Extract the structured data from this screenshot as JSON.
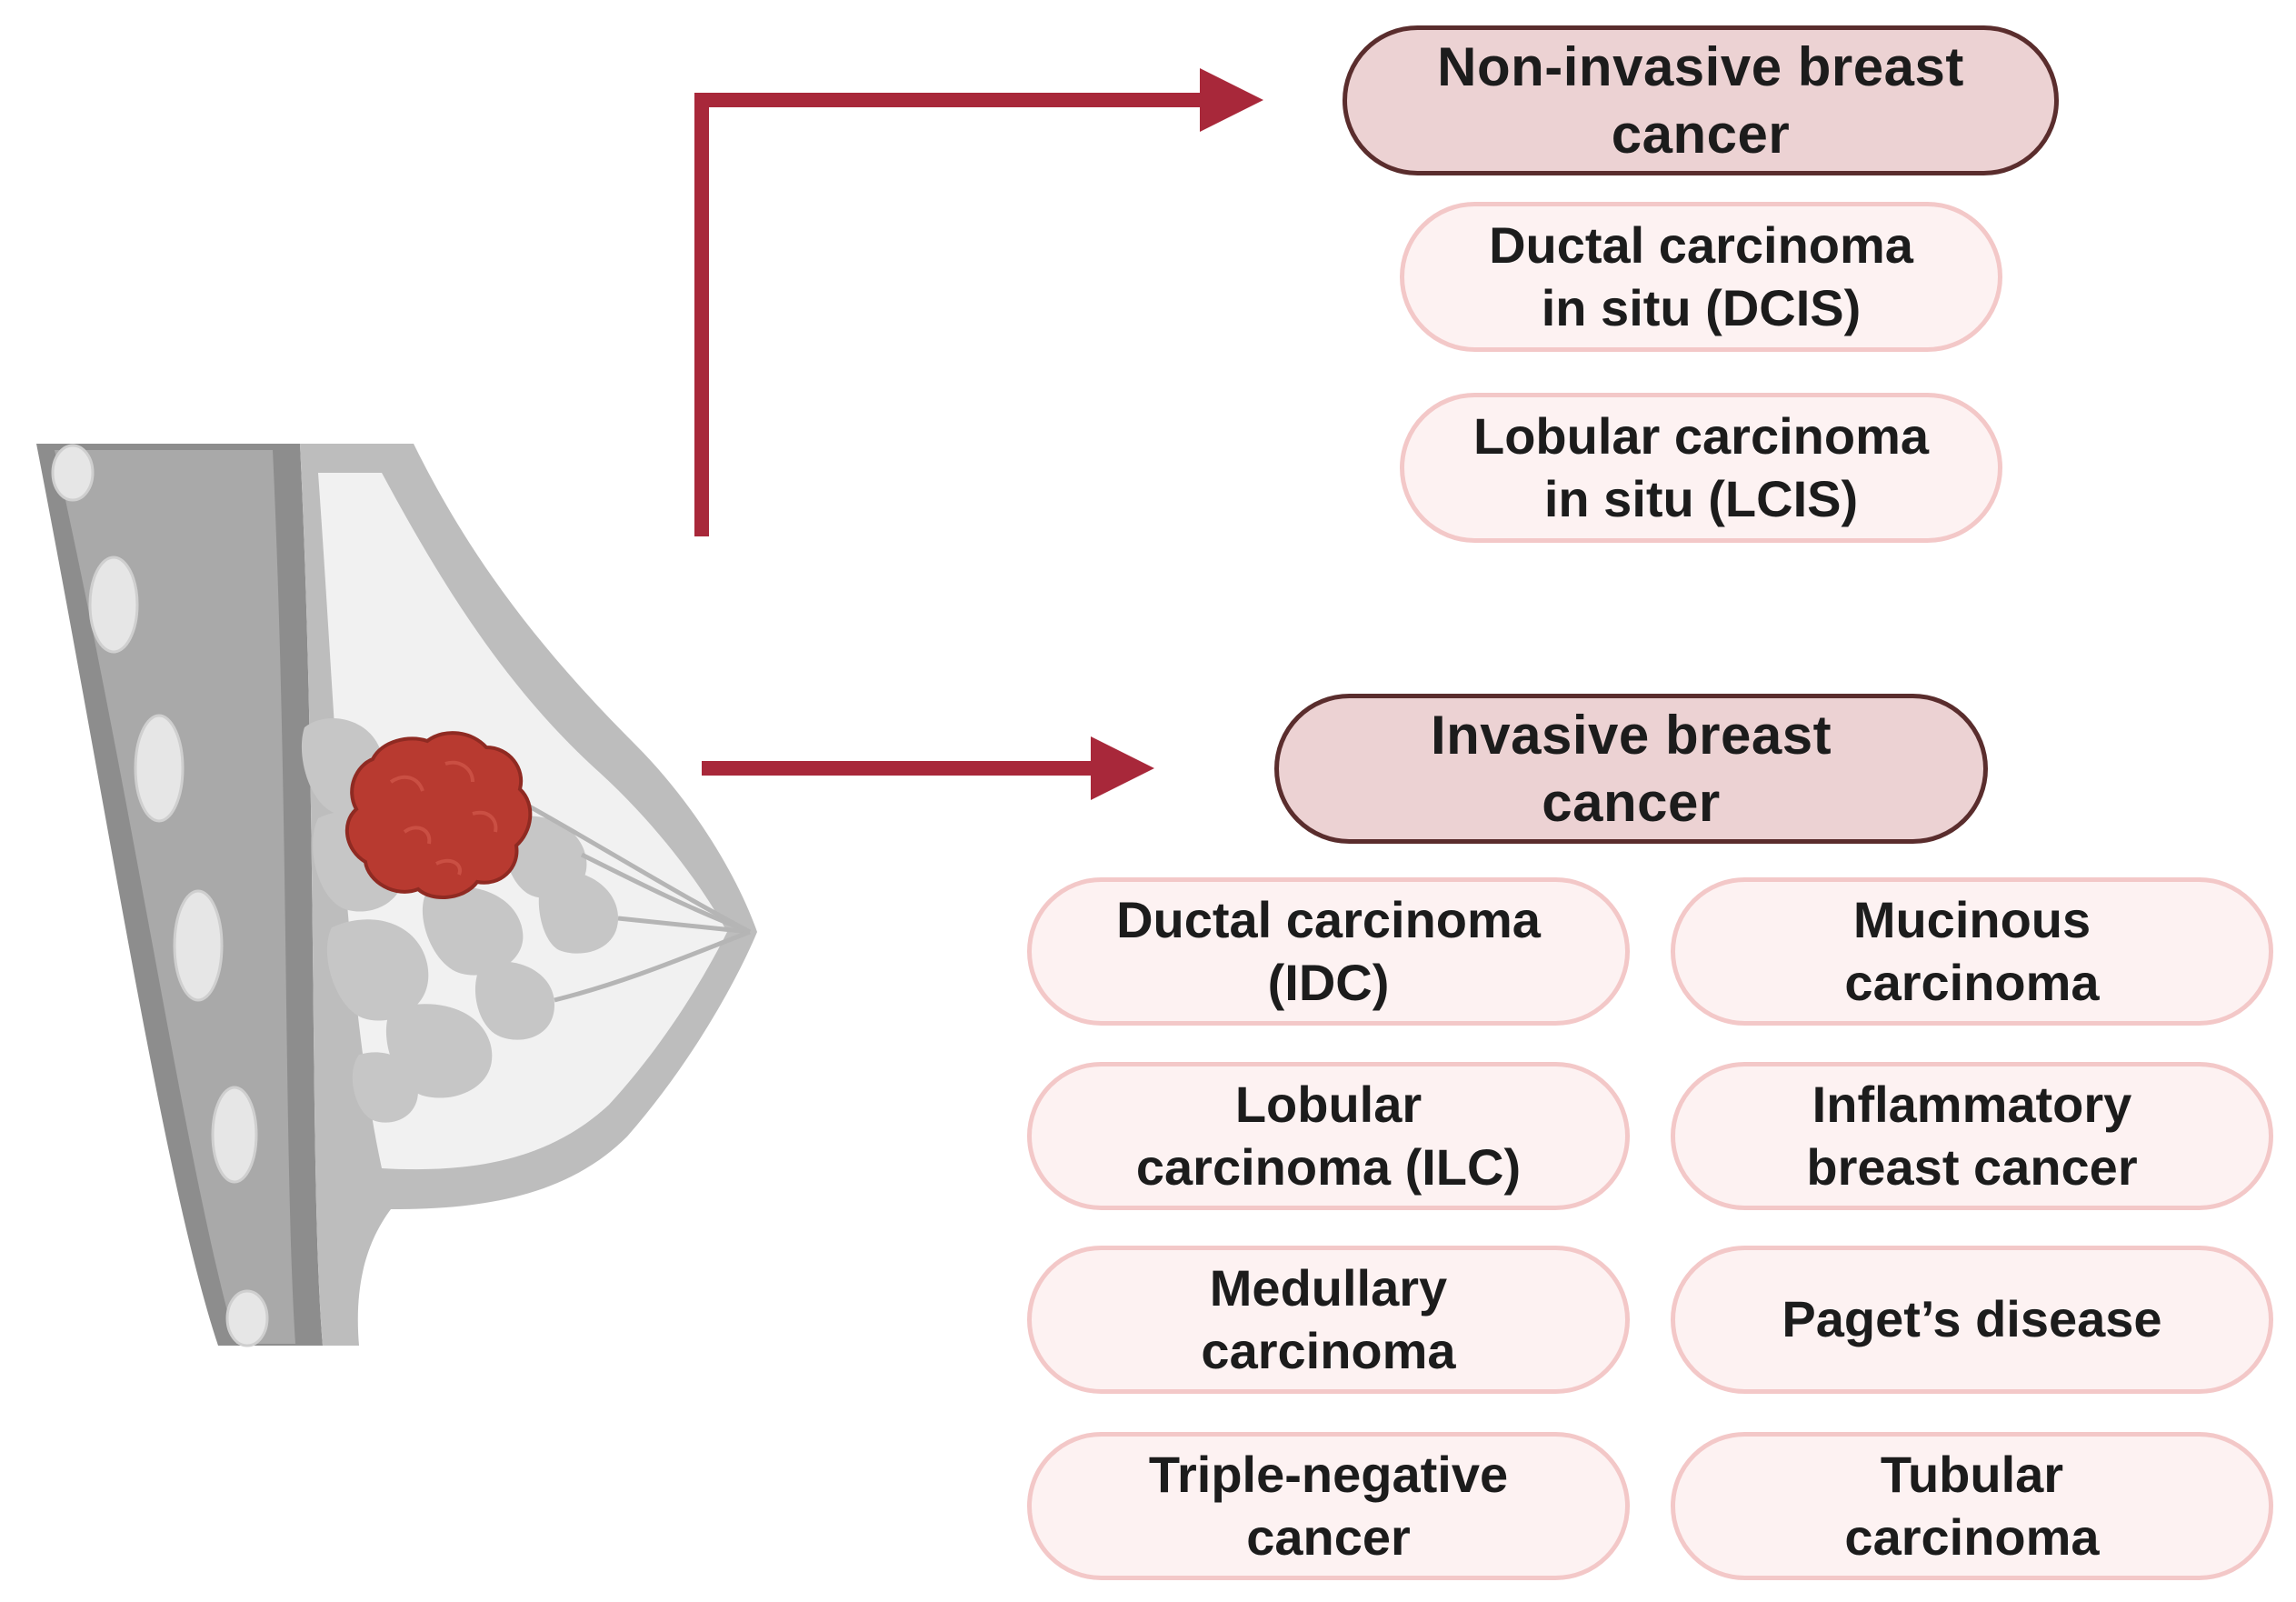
{
  "colors": {
    "arrow": "#a8283a",
    "header_fill": "#ecd2d3",
    "header_border": "#5a2d2d",
    "item_fill": "#fdf2f2",
    "item_border": "#f3c8c8",
    "tumor": "#b83a30"
  },
  "non_invasive": {
    "title": "Non-invasive breast\ncancer",
    "items": [
      "Ductal carcinoma\nin situ (DCIS)",
      "Lobular carcinoma\nin situ (LCIS)"
    ]
  },
  "invasive": {
    "title": "Invasive breast\ncancer",
    "items_left": [
      "Ductal carcinoma\n(IDC)",
      "Lobular\ncarcinoma (ILC)",
      "Medullary\ncarcinoma",
      "Triple-negative\ncancer"
    ],
    "items_right": [
      "Mucinous\ncarcinoma",
      "Inflammatory\nbreast cancer",
      "Paget’s disease",
      "Tubular\ncarcinoma"
    ]
  }
}
